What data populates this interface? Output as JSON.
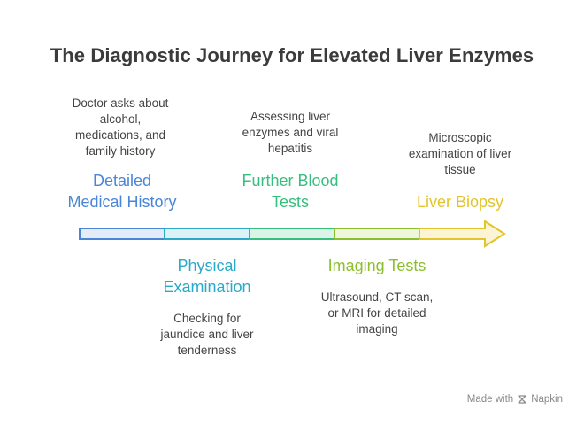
{
  "title": "The Diagnostic Journey for Elevated Liver Enzymes",
  "stages": [
    {
      "title": "Detailed\nMedical History",
      "description": "Doctor asks about\nalcohol,\nmedications, and\nfamily history",
      "color": "#4a86d8",
      "fill": "#e3ecf8"
    },
    {
      "title": "Physical\nExamination",
      "description": "Checking for\njaundice and liver\ntenderness",
      "color": "#2aa9c9",
      "fill": "#ddf2f7"
    },
    {
      "title": "Further Blood\nTests",
      "description": "Assessing liver\nenzymes and viral\nhepatitis",
      "color": "#36bf7e",
      "fill": "#dcf4e7"
    },
    {
      "title": "Imaging Tests",
      "description": "Ultrasound, CT scan,\nor MRI for detailed\nimaging",
      "color": "#8bbf2e",
      "fill": "#eef6dc"
    },
    {
      "title": "Liver Biopsy",
      "description": "Microscopic\nexamination of liver\ntissue",
      "color": "#e3c42a",
      "fill": "#fbf5d6"
    }
  ],
  "footer": {
    "made_with": "Made with",
    "brand": "Napkin",
    "logo_icon": "napkin-logo-icon"
  }
}
